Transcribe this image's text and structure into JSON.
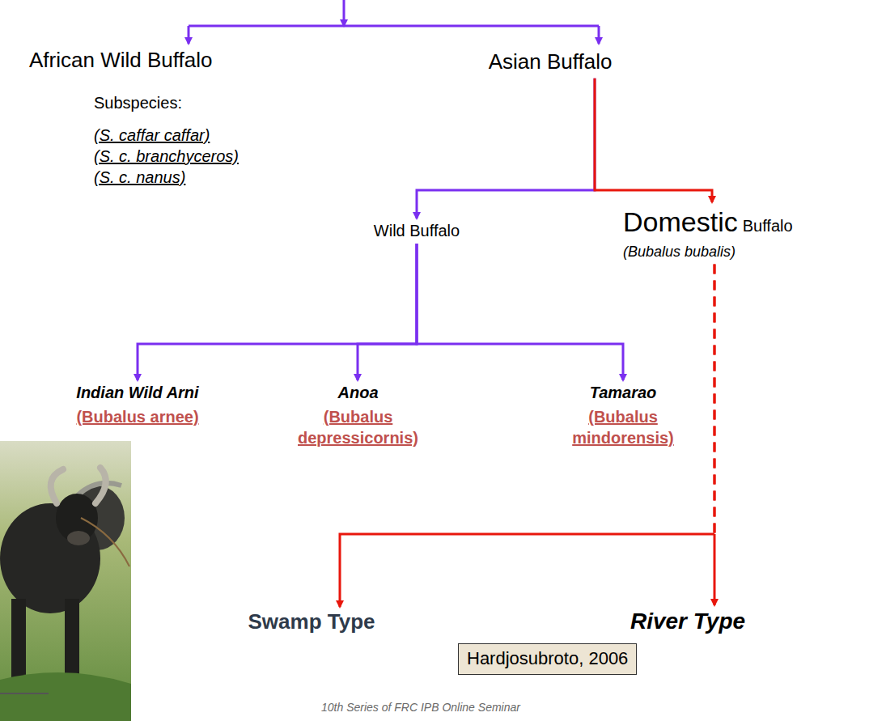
{
  "diagram": {
    "nodes": [
      {
        "text": [
          "African Wild Buffalo",
          "Subspecies:",
          "(S. caffar caffar)",
          "(S. c. branchyceros)",
          "(S. c. nanus)"
        ]
      },
      {
        "text": [
          "Asian Buffalo"
        ]
      },
      {
        "text": [
          "Wild Buffalo"
        ]
      },
      {
        "text": [
          "Domestic",
          "Buffalo",
          "(Bubalus bubalis)"
        ]
      },
      {
        "text": [
          "Indian Wild Arni",
          "(Bubalus arnee)"
        ]
      },
      {
        "text": [
          "Anoa",
          "(Bubalus depressicornis)"
        ]
      },
      {
        "text": [
          "Tamarao",
          "(Bubalus mindorensis)"
        ]
      },
      {
        "text": [
          "Swamp Type"
        ]
      },
      {
        "text": [
          "River Type"
        ]
      },
      {
        "text": [
          "Hardjosubroto, 2006"
        ]
      }
    ],
    "edges": [
      {
        "from": 1,
        "to": 2,
        "arrow": "to"
      },
      {
        "from": 1,
        "to": 3,
        "arrow": "to"
      },
      {
        "from": 2,
        "to": 4,
        "arrow": "to"
      },
      {
        "from": 2,
        "to": 5,
        "arrow": "to"
      },
      {
        "from": 2,
        "to": 6,
        "arrow": "to"
      },
      {
        "from": 3,
        "to": 7,
        "arrow": "to"
      },
      {
        "from": 3,
        "to": 8,
        "arrow": "to"
      }
    ],
    "labels": [
      "10th Series of FRC IPB Online Seminar"
    ]
  }
}
